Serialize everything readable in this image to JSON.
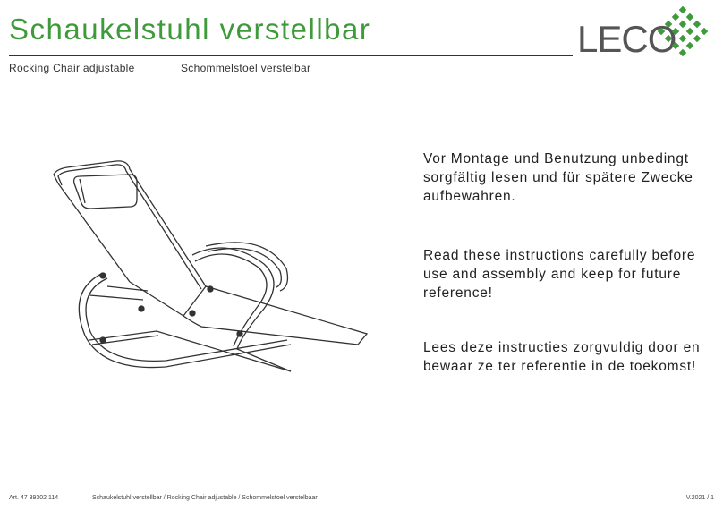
{
  "header": {
    "title": "Schaukelstuhl verstellbar",
    "subtitle_en": "Rocking Chair adjustable",
    "subtitle_nl": "Schommelstoel verstelbar",
    "logo": "LECO",
    "brand_color": "#3e9a3a"
  },
  "illustration": {
    "icon": "rocking-chair-drawing"
  },
  "instructions": {
    "de": "Vor Montage und Benutzung unbedingt sorgfältig lesen und für spätere Zwecke aufbewahren.",
    "en": "Read these instructions carefully before use and assembly and keep for future reference!",
    "nl": "Lees deze instructies zorgvuldig door en bewaar ze ter referentie in de toekomst!"
  },
  "footer": {
    "article": "Art. 47 39302 114",
    "description": "Schaukelstuhl verstellbar / Rocking Chair adjustable / Schommelstoel verstelbaar",
    "version": "V.2021 / 1"
  }
}
